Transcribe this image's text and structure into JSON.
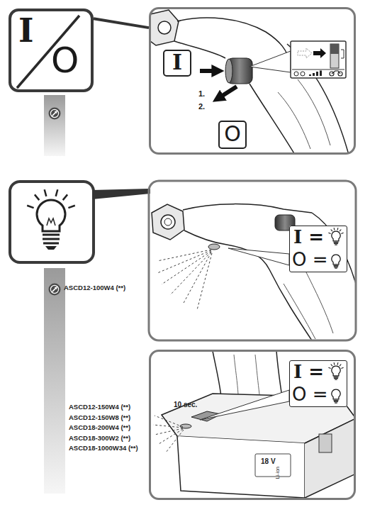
{
  "diagram": {
    "nodes": [
      {
        "text": [
          "I",
          "O"
        ]
      },
      {
        "text": [
          "1.",
          "2."
        ]
      },
      {
        "text": [
          "I"
        ],
        "in": 1
      },
      {
        "text": [
          "O"
        ],
        "in": 1
      },
      {
        "text": [
          "I =",
          "O ="
        ]
      },
      {
        "text": [
          "10 sec."
        ]
      },
      {
        "text": [
          "I =",
          "O ="
        ],
        "in": 5
      }
    ],
    "edges": [
      {
        "from": 0,
        "to": 1,
        "arrow": "none"
      }
    ],
    "labels": [
      "ASCD12-100W4 (**)",
      "ASCD12-150W4 (**)",
      "ASCD12-150W8 (**)",
      "ASCD18-200W4 (**)",
      "ASCD18-300W2 (**)",
      "ASCD18-1000W34 (**)",
      "18 V",
      "Li-ion"
    ]
  }
}
